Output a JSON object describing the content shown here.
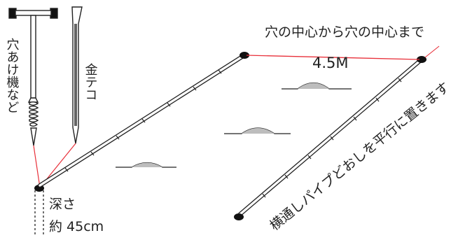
{
  "labels": {
    "auger": "穴あけ機など",
    "stake": "金テコ",
    "depth_line1": "深さ",
    "depth_line2": "約 45cm",
    "center_to_center": "穴の中心から穴の中心まで",
    "distance": "4.5M",
    "parallel_instruction": "横通しパイプどおしを平行に置きます"
  },
  "colors": {
    "line": "#222222",
    "red": "#e8303a",
    "mound": "#bdbdbd",
    "hole": "#111111"
  }
}
